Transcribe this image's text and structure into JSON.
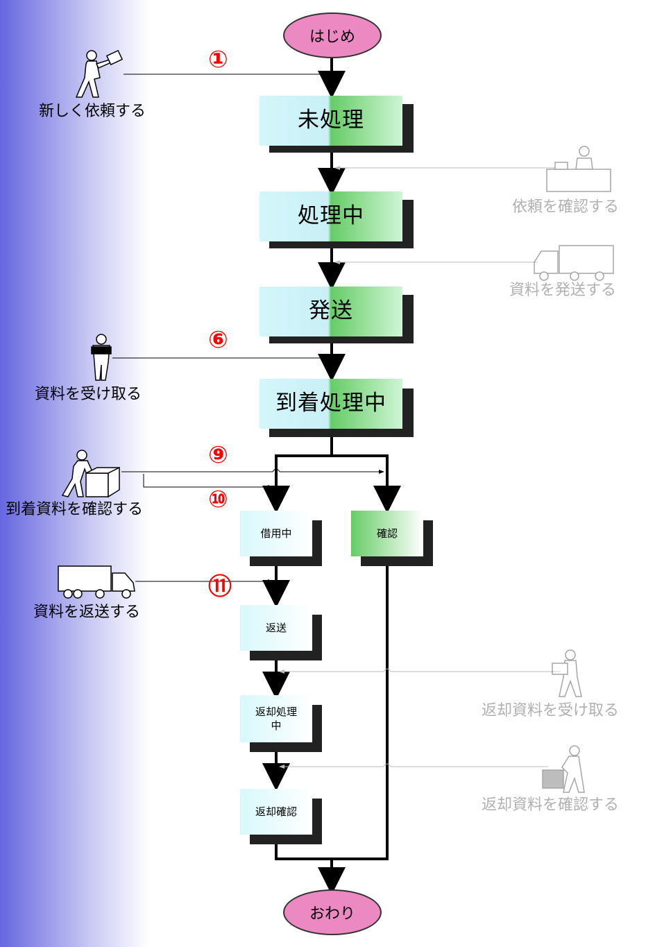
{
  "start": "はじめ",
  "end": "おわり",
  "states": {
    "mishori": "未処理",
    "shorichu": "処理中",
    "hasso": "発送",
    "tochaku": "到着処理中",
    "shakuyo": "借用中",
    "kakunin": "確認",
    "henso": "返送",
    "henkyaku_shori": "返却処理中",
    "henkyaku_kakunin": "返却確認"
  },
  "actions_left": {
    "new_request": "新しく依頼する",
    "receive": "資料を受け取る",
    "confirm_arrival": "到着資料を確認する",
    "return_send": "資料を返送する"
  },
  "actions_right": {
    "confirm_request": "依頼を確認する",
    "ship": "資料を発送する",
    "receive_return": "返却資料を受け取る",
    "confirm_return": "返却資料を確認する"
  },
  "step_numbers": {
    "n1": "①",
    "n6": "⑥",
    "n9": "⑨",
    "n10": "⑩",
    "n11": "⑪"
  },
  "colors": {
    "sidebar": "#7777e4",
    "start_end": "#ec89c2",
    "number": "#ff0000",
    "inactive": "#b0b0b0",
    "state_cyan": "#d4f6fb",
    "state_green": "#66cc66"
  }
}
